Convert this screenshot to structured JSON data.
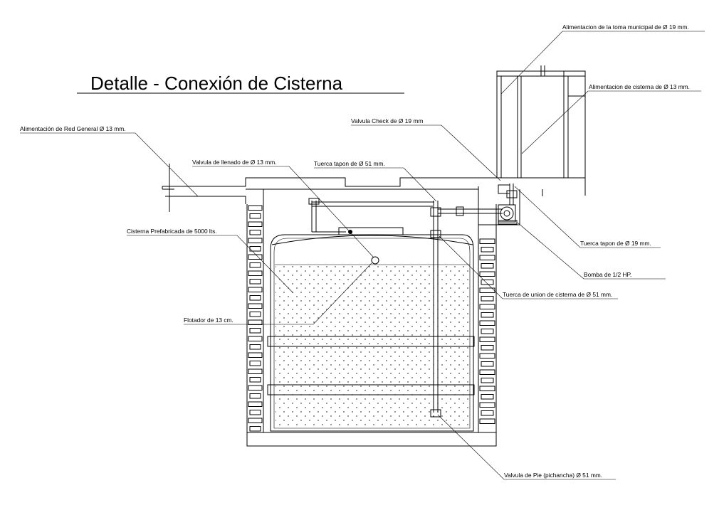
{
  "title": "Detalle - Conexión de Cisterna",
  "labels": {
    "alim_toma": "Alimentacion de la toma municipal de   Ø 19 mm.",
    "alim_cisterna": "Alimentacion de cisterna de Ø 13 mm.",
    "valvula_check": "Valvula Check de Ø 19 mm",
    "alim_red": "Alimentación de Red General Ø 13 mm.",
    "valvula_llenado": "Valvula de llenado de   Ø 13 mm.",
    "tuerca_tapon_51": "Tuerca tapon de  Ø 51 mm.",
    "cisterna_prefab": "Cisterna Prefabricada de 5000 lts.",
    "tuerca_tapon_19": "Tuerca tapon de  Ø 19 mm.",
    "bomba": "Bomba de 1/2 HP.",
    "tuerca_union": "Tuerca de union de cisterna de Ø 51 mm.",
    "flotador": "Flotador de 13 cm.",
    "valvula_pie": "Valvula de Pie  (pichancha)  Ø 51 mm."
  },
  "colors": {
    "line": "#000000",
    "background": "#ffffff"
  }
}
